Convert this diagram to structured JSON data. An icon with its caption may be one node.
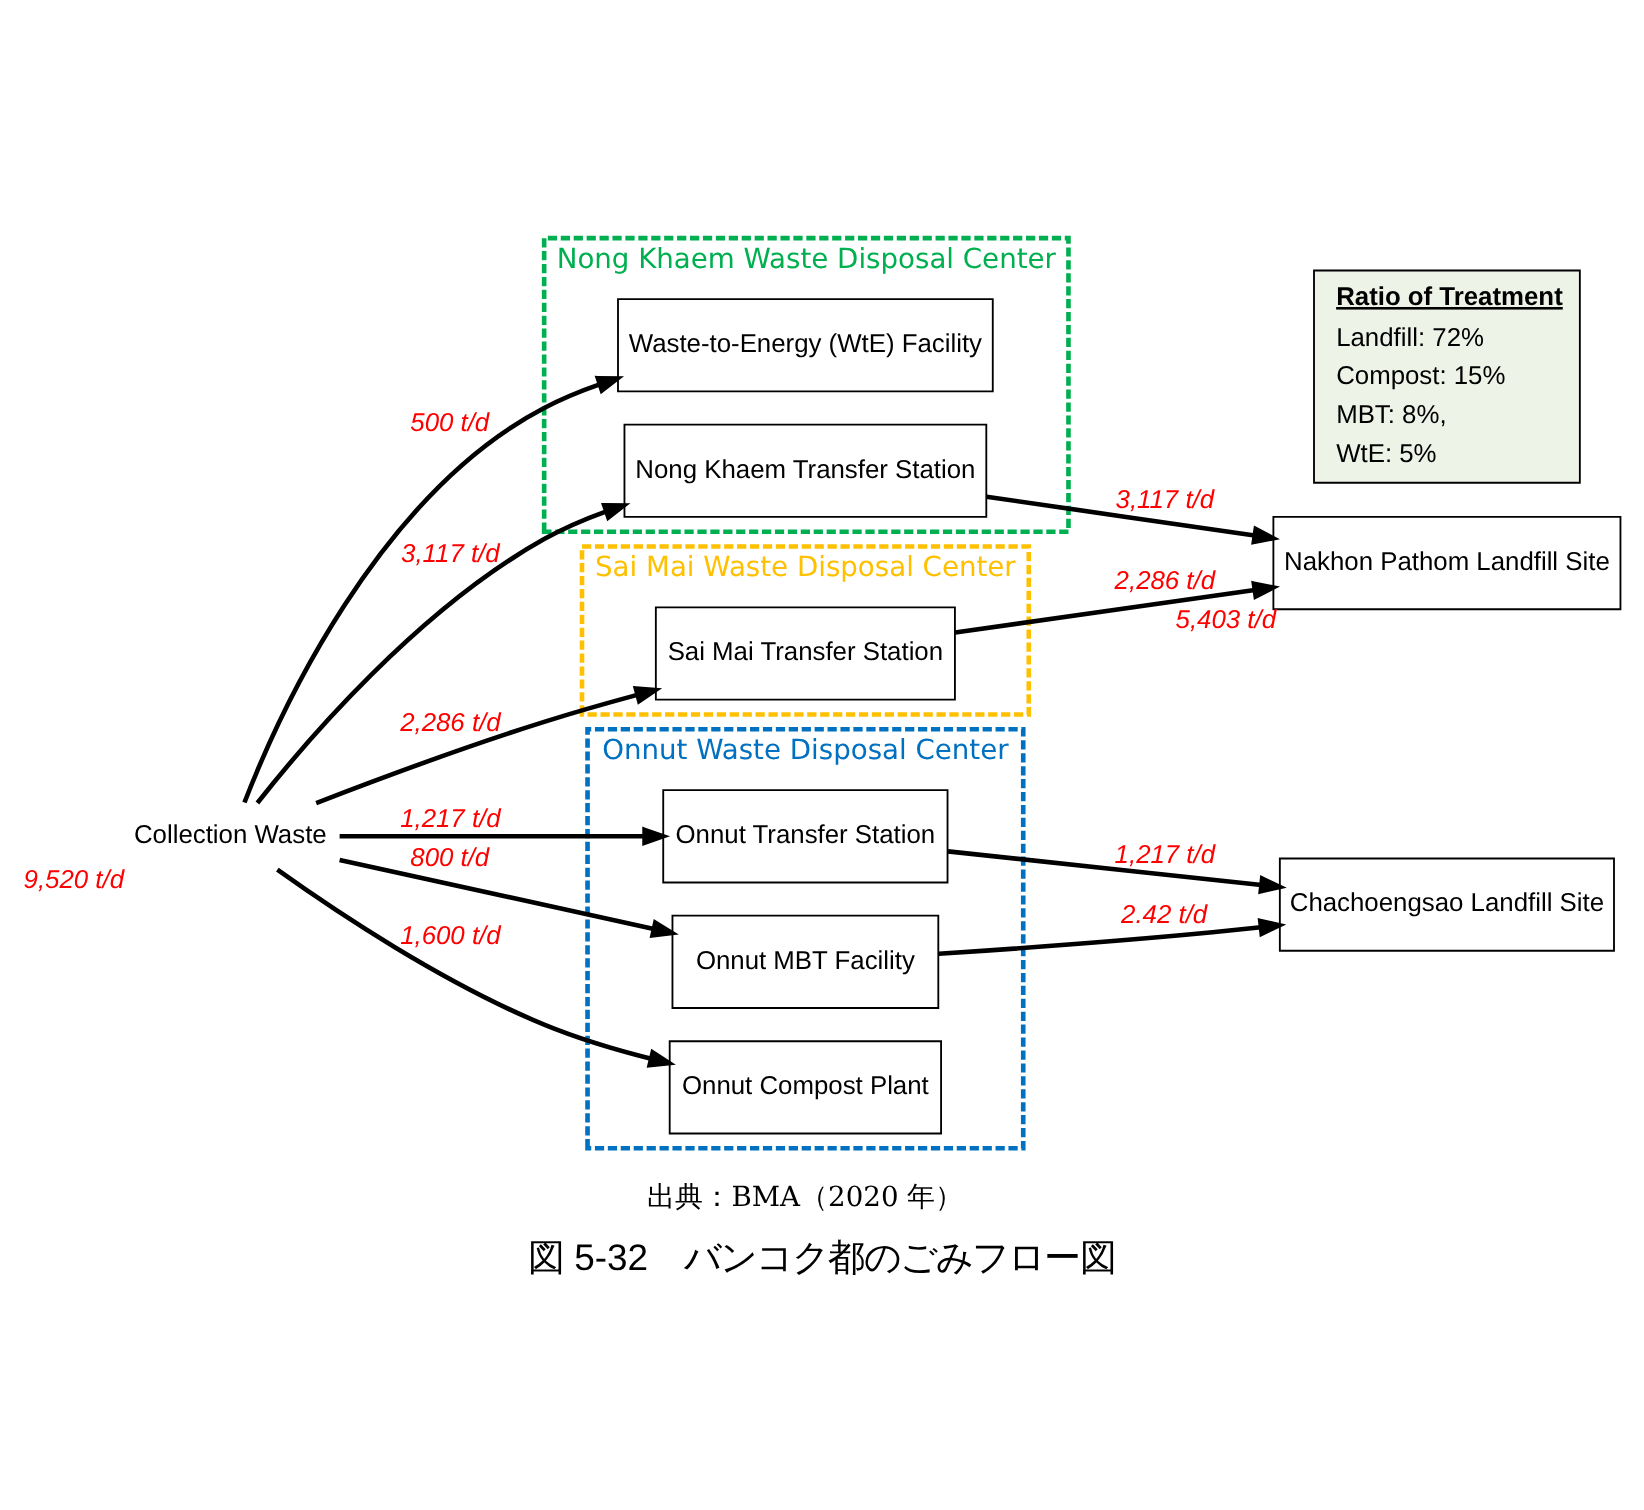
{
  "diagram": {
    "caption": "図 5-32　バンコク都のごみフロー図",
    "nodes": [
      {
        "text": [
          "Collection Waste"
        ],
        "beside": [
          "9,520 t/d"
        ]
      },
      {
        "text": [
          "Nong Khaem Waste Disposal Center"
        ]
      },
      {
        "text": [
          "Waste-to-Energy (WtE) Facility"
        ],
        "in": 1
      },
      {
        "text": [
          "Nong Khaem Transfer Station"
        ],
        "in": 1
      },
      {
        "text": [
          "Sai Mai Waste Disposal Center"
        ]
      },
      {
        "text": [
          "Sai Mai Transfer Station"
        ],
        "in": 4
      },
      {
        "text": [
          "Onnut Waste Disposal Center"
        ]
      },
      {
        "text": [
          "Onnut Transfer Station"
        ],
        "in": 6
      },
      {
        "text": [
          "Onnut MBT Facility"
        ],
        "in": 6
      },
      {
        "text": [
          "Onnut Compost Plant"
        ],
        "in": 6
      },
      {
        "text": [
          "Nakhon Pathom Landfill Site"
        ],
        "beside": [
          "5,403 t/d"
        ]
      },
      {
        "text": [
          "Chachoengsao Landfill Site"
        ]
      },
      {
        "text": [
          "Ratio of Treatment",
          "Landfill: 72%",
          "Compost: 15%",
          "MBT: 8%,",
          "WtE: 5%"
        ]
      }
    ],
    "edges": [
      {
        "from": 0,
        "to": 2,
        "arrow": "to",
        "label": "500 t/d"
      },
      {
        "from": 0,
        "to": 3,
        "arrow": "to",
        "label": "3,117 t/d"
      },
      {
        "from": 0,
        "to": 5,
        "arrow": "to",
        "label": "2,286 t/d"
      },
      {
        "from": 0,
        "to": 7,
        "arrow": "to",
        "label": "1,217 t/d"
      },
      {
        "from": 0,
        "to": 8,
        "arrow": "to",
        "label": "800 t/d"
      },
      {
        "from": 0,
        "to": 9,
        "arrow": "to",
        "label": "1,600 t/d"
      },
      {
        "from": 3,
        "to": 10,
        "arrow": "to",
        "label": "3,117 t/d"
      },
      {
        "from": 5,
        "to": 10,
        "arrow": "to",
        "label": "2,286 t/d"
      },
      {
        "from": 7,
        "to": 11,
        "arrow": "to",
        "label": "1,217 t/d"
      },
      {
        "from": 8,
        "to": 11,
        "arrow": "to",
        "label": "2.42 t/d"
      }
    ],
    "labels": [
      "出典：BMA（2020 年）"
    ]
  }
}
